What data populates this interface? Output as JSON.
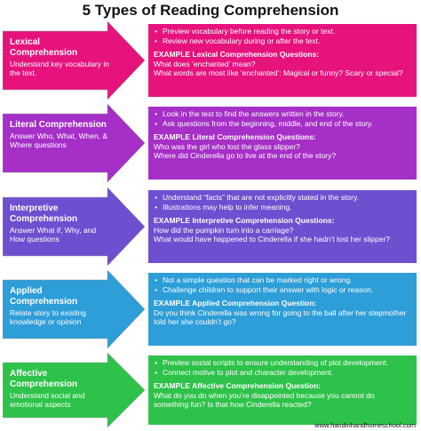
{
  "title": "5 Types of Reading Comprehension",
  "rows": [
    {
      "color": "#e6137c",
      "arrow_title": "Lexical Comprehension",
      "arrow_desc": "Understand key vocabulary in the text.",
      "bullets": [
        "Preview vocabulary before reading the story or text.",
        "Review new vocabulary during or after the text."
      ],
      "example_heading": "EXAMPLE Lexical Comprehension Questions:",
      "questions": [
        "What does ‘enchanted’ mean?",
        "What words are most like ‘enchanted’: Magical or funny? Scary or special?"
      ]
    },
    {
      "color": "#a52fc7",
      "arrow_title": "Literal Comprehension",
      "arrow_desc": "Answer Who, What, When, & Where questions",
      "bullets": [
        "Look in the text to find the answers written in the story.",
        "Ask questions from the beginning, middle, and end of the story."
      ],
      "example_heading": "EXAMPLE Literal Comprehension Questions:",
      "questions": [
        "Who was the girl who lost the glass slipper?",
        "Where did Cinderella go to live at the end of the story?"
      ]
    },
    {
      "color": "#6e4fd0",
      "arrow_title": "Interpretive Comprehension",
      "arrow_desc": "Answer What if, Why, and How questions",
      "bullets": [
        "Understand “facts” that are not explicitly stated in the story.",
        "Illustrations may help to infer meaning."
      ],
      "example_heading": "EXAMPLE Interpretive Comprehension Questions:",
      "questions": [
        "How did the pumpkin turn into a carriage?",
        "What would have happened to Cinderella if she hadn’t lost her slipper?"
      ]
    },
    {
      "color": "#2d9ed8",
      "arrow_title": "Applied Comprehension",
      "arrow_desc": "Relate story to existing knowledge or opinion",
      "bullets": [
        "Not a simple question that can be marked right or wrong.",
        "Challenge children to support their answer with logic or reason."
      ],
      "example_heading": "EXAMPLE Applied Comprehension Question:",
      "questions": [
        "Do you think Cinderella was wrong for going to the ball after her stepmother told her she couldn’t go?"
      ]
    },
    {
      "color": "#2ec24a",
      "arrow_title": "Affective Comprehension",
      "arrow_desc": "Understand social and emotional aspects",
      "bullets": [
        "Preview social scripts to ensure understanding of plot development.",
        "Connect motive to plot and character development."
      ],
      "example_heading": "EXAMPLE Affective Comprehension Question:",
      "questions": [
        "What do you do when  you’re disappointed because you cannot do something fun? Is that how Cinderella reacted?"
      ]
    }
  ],
  "footer": "www.handinhandhomeschool.com"
}
